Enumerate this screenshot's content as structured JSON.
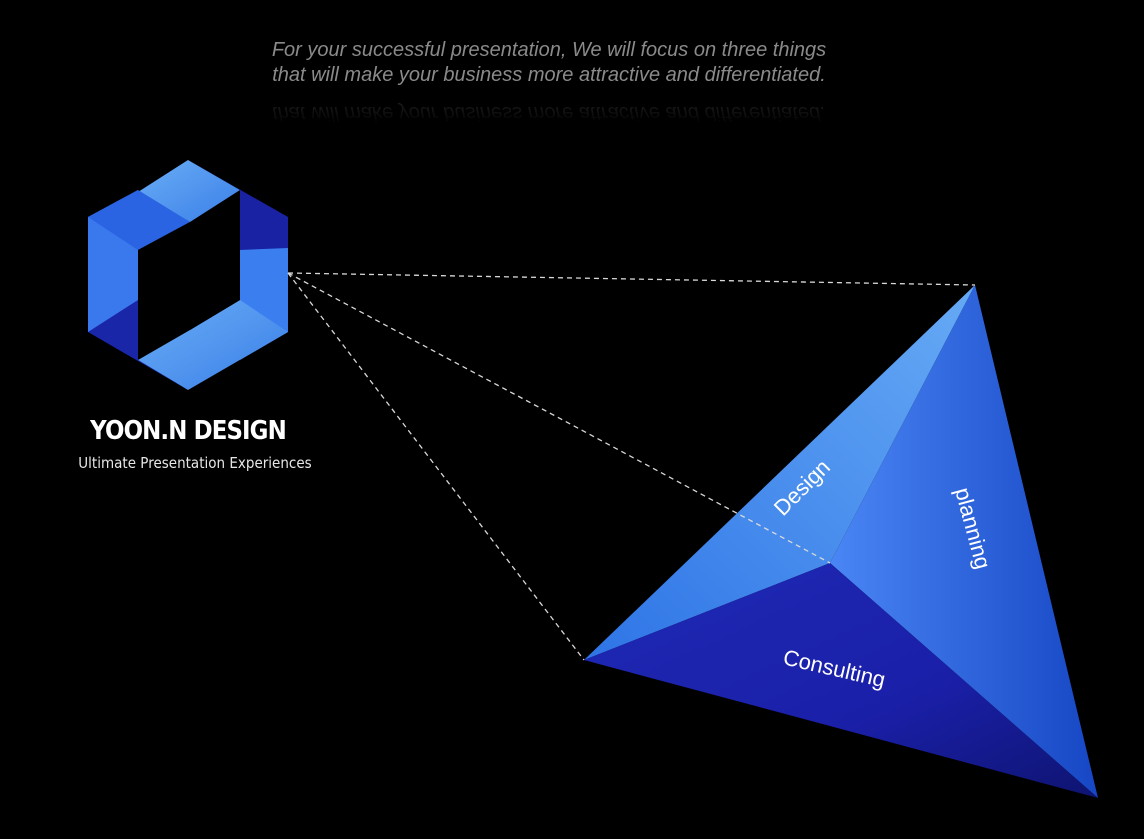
{
  "headline": {
    "line1": "For your successful presentation,  We will focus on three things",
    "line2": "that will make your business more attractive and differentiated."
  },
  "brand": {
    "name": "YOON.N DESIGN",
    "tagline": "Ultimate Presentation Experiences"
  },
  "pyramid": {
    "faces": [
      {
        "id": "design",
        "label": "Design"
      },
      {
        "id": "planning",
        "label": "planning"
      },
      {
        "id": "consulting",
        "label": "Consulting"
      }
    ]
  },
  "colors": {
    "background": "#000000",
    "light_blue": "#5a9bf0",
    "mid_blue": "#2f6fe6",
    "dark_blue": "#1a1fa8",
    "text_gray": "#8a8a8a"
  },
  "logo_icon": "hexagon-ribbon-logo"
}
